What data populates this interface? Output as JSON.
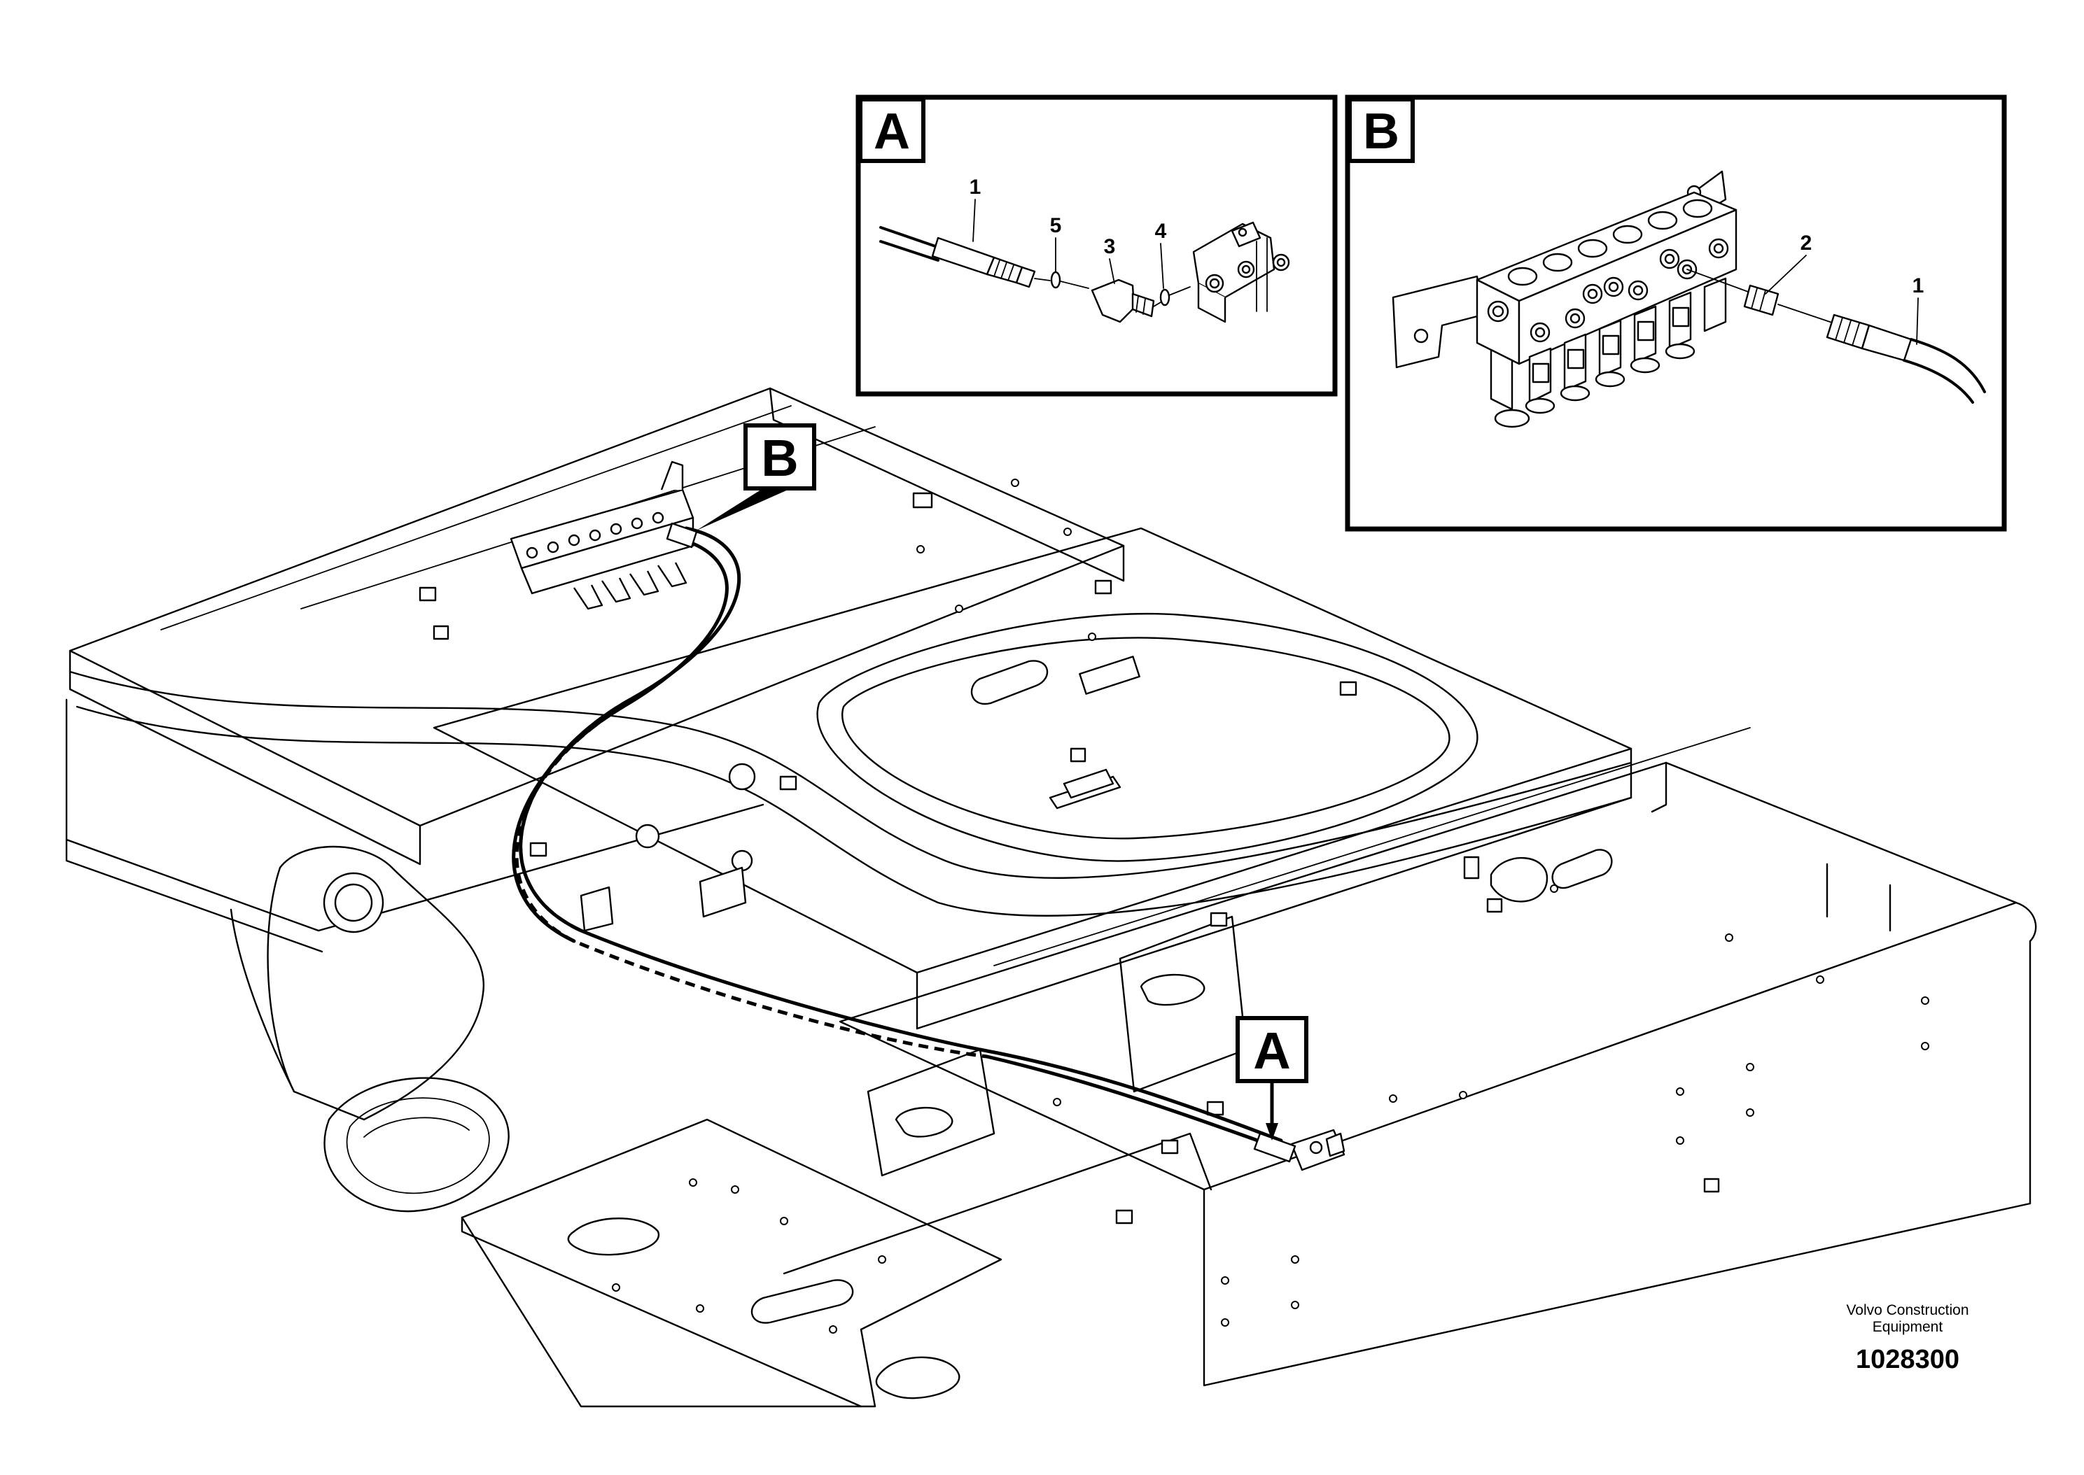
{
  "drawing": {
    "callouts": {
      "detail_a": "A",
      "detail_b": "B"
    },
    "detail_a": {
      "tag": "A",
      "parts": [
        "1",
        "5",
        "3",
        "4"
      ]
    },
    "detail_b": {
      "tag": "B",
      "parts": [
        "2",
        "1"
      ]
    },
    "publisher_line1": "Volvo Construction",
    "publisher_line2": "Equipment",
    "drawing_number": "1028300"
  }
}
